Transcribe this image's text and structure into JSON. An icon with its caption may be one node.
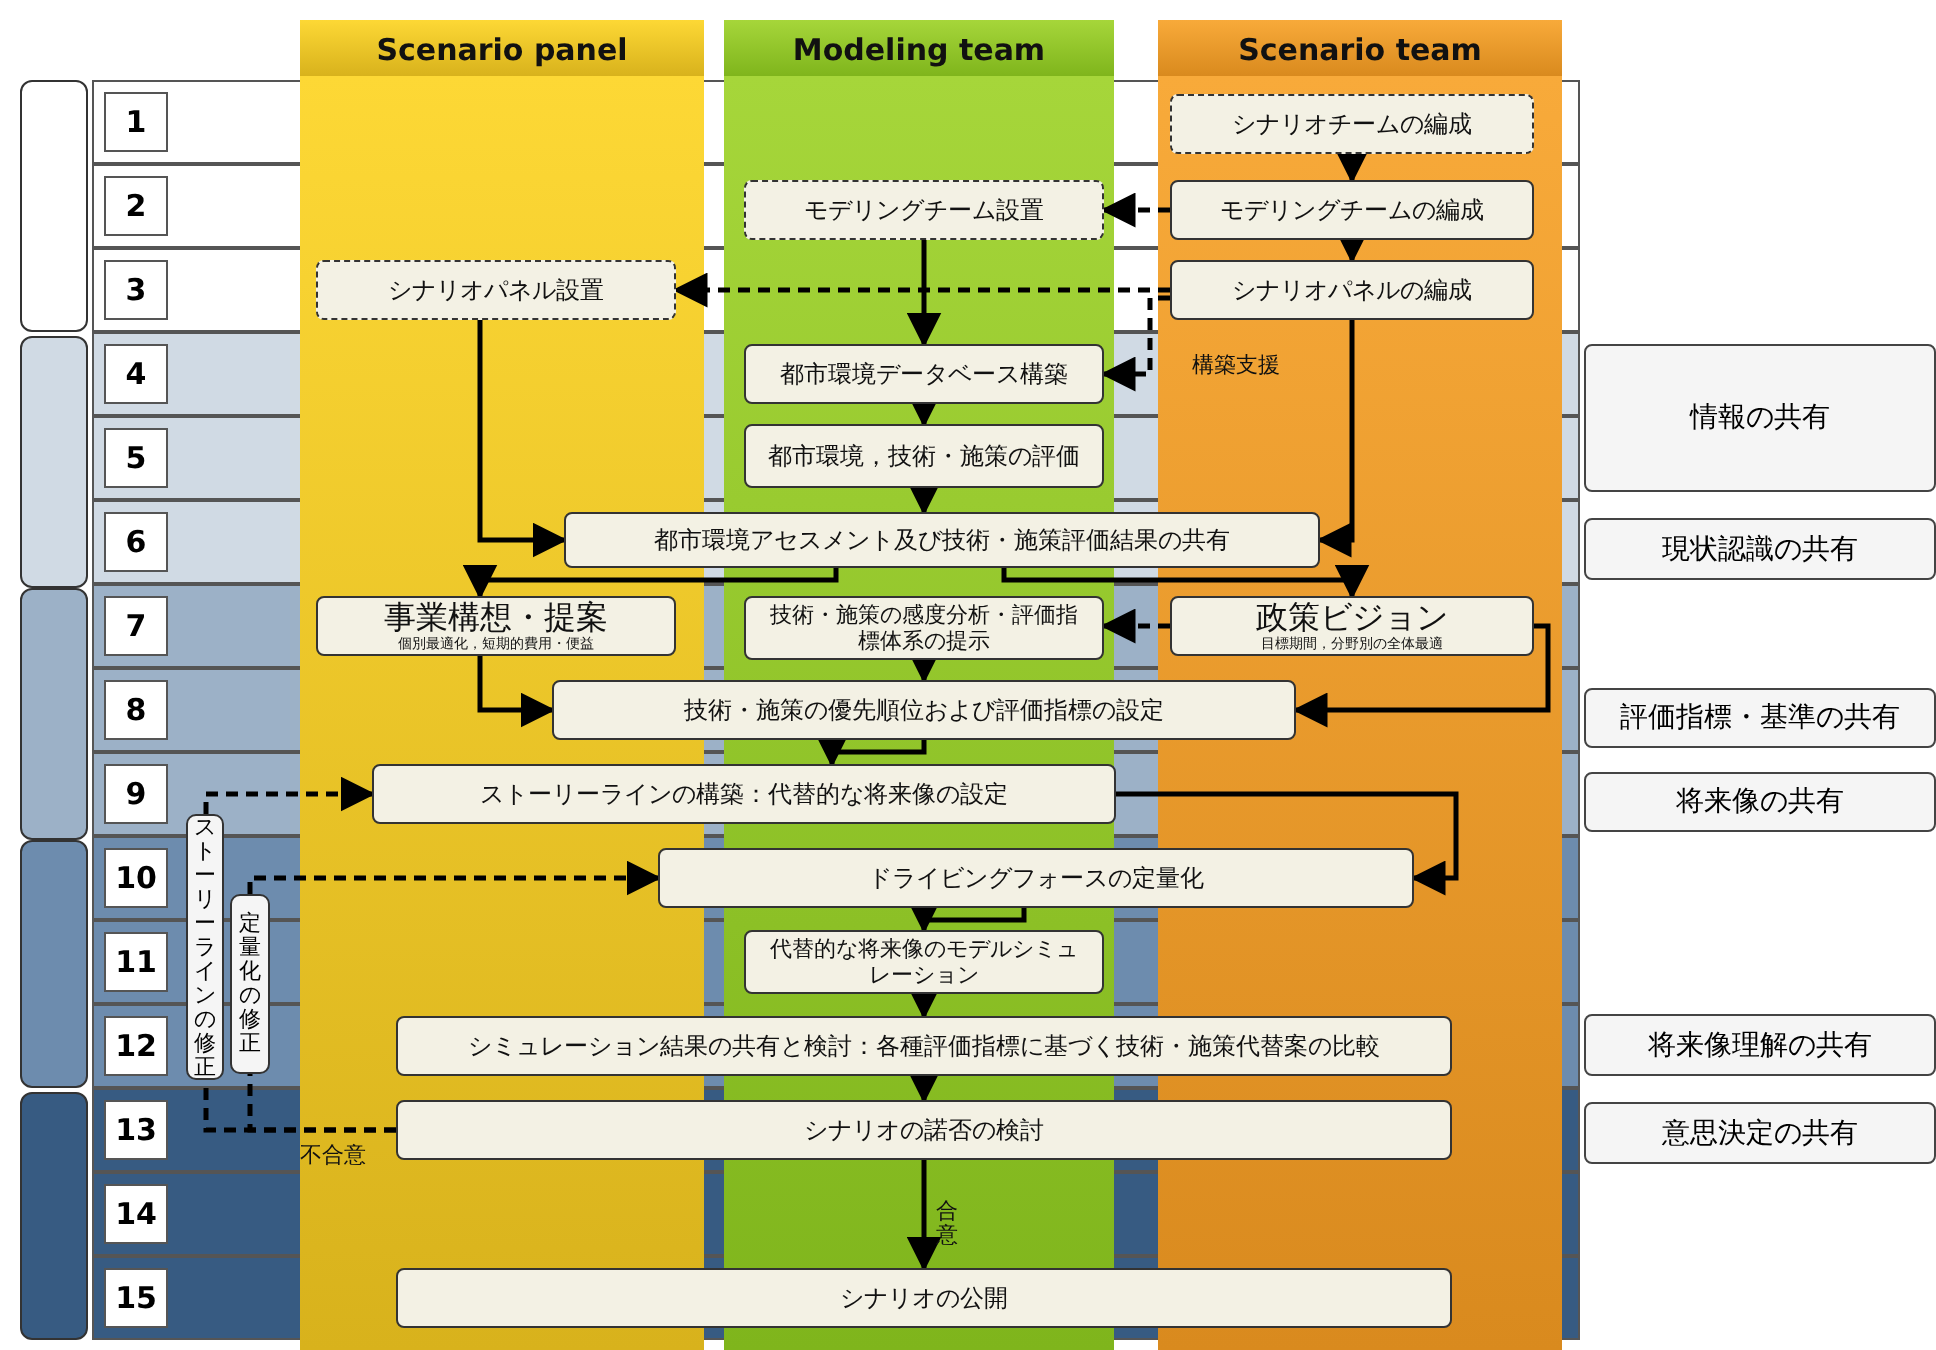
{
  "diagram": {
    "nodes": [
      {
        "text": [
          "Scenario panel"
        ]
      },
      {
        "text": [
          "Modeling team"
        ]
      },
      {
        "text": [
          "Scenario team"
        ]
      },
      {
        "text": [
          "1"
        ]
      },
      {
        "text": [
          "2"
        ]
      },
      {
        "text": [
          "3"
        ]
      },
      {
        "text": [
          "4"
        ]
      },
      {
        "text": [
          "5"
        ]
      },
      {
        "text": [
          "6"
        ]
      },
      {
        "text": [
          "7"
        ]
      },
      {
        "text": [
          "8"
        ]
      },
      {
        "text": [
          "9"
        ]
      },
      {
        "text": [
          "10"
        ]
      },
      {
        "text": [
          "11"
        ]
      },
      {
        "text": [
          "12"
        ]
      },
      {
        "text": [
          "13"
        ]
      },
      {
        "text": [
          "14"
        ]
      },
      {
        "text": [
          "15"
        ]
      },
      {
        "text": [
          "シナリオチームの編成"
        ]
      },
      {
        "text": [
          "モデリングチーム設置"
        ]
      },
      {
        "text": [
          "モデリングチームの編成"
        ]
      },
      {
        "text": [
          "シナリオパネル設置"
        ]
      },
      {
        "text": [
          "シナリオパネルの編成"
        ]
      },
      {
        "text": [
          "都市環境データベース構築"
        ]
      },
      {
        "text": [
          "都市環境，技術・施策の評価"
        ]
      },
      {
        "text": [
          "都市環境アセスメント及び技術・施策評価結果の共有"
        ]
      },
      {
        "text": [
          "事業構想・提案",
          "個別最適化，短期的費用・便益"
        ]
      },
      {
        "text": [
          "技術・施策の感度分析・評価指標体系の提示"
        ]
      },
      {
        "text": [
          "政策ビジョン",
          "目標期間，分野別の全体最適"
        ]
      },
      {
        "text": [
          "技術・施策の優先順位および評価指標の設定"
        ]
      },
      {
        "text": [
          "ストーリーラインの構築：代替的な将来像の設定"
        ]
      },
      {
        "text": [
          "ドライビングフォースの定量化"
        ]
      },
      {
        "text": [
          "代替的な将来像のモデルシミュレーション"
        ]
      },
      {
        "text": [
          "シミュレーション結果の共有と検討：各種評価指標に基づく技術・施策代替案の比較"
        ]
      },
      {
        "text": [
          "シナリオの諾否の検討"
        ]
      },
      {
        "text": [
          "シナリオの公開"
        ]
      },
      {
        "text": [
          "ストーリーラインの修正"
        ]
      },
      {
        "text": [
          "定量化の修正"
        ]
      },
      {
        "text": [
          "情報の共有"
        ]
      },
      {
        "text": [
          "現状認識の共有"
        ]
      },
      {
        "text": [
          "評価指標・基準の共有"
        ]
      },
      {
        "text": [
          "将来像の共有"
        ]
      },
      {
        "text": [
          "将来像理解の共有"
        ]
      },
      {
        "text": [
          "意思決定の共有"
        ]
      },
      {
        "text": [],
        "shape": "box"
      },
      {
        "text": [],
        "shape": "box"
      },
      {
        "text": [],
        "shape": "box"
      },
      {
        "text": [],
        "shape": "box"
      },
      {
        "text": [],
        "shape": "box"
      }
    ],
    "edges": [
      {
        "from": 18,
        "to": 20,
        "arrow": "to"
      },
      {
        "from": 20,
        "to": 19,
        "arrow": "to",
        "style": "dashed"
      },
      {
        "from": 19,
        "to": 23,
        "arrow": "to"
      },
      {
        "from": 22,
        "to": 21,
        "arrow": "to",
        "style": "dashed"
      },
      {
        "from": 20,
        "to": 22,
        "arrow": "to"
      },
      {
        "from": 22,
        "to": 23,
        "arrow": "to",
        "style": "dashed",
        "label": "構築支援"
      },
      {
        "from": 23,
        "to": 24,
        "arrow": "to"
      },
      {
        "from": 24,
        "to": 25,
        "arrow": "to"
      },
      {
        "from": 21,
        "to": 25,
        "arrow": "to"
      },
      {
        "from": 22,
        "to": 25,
        "arrow": "to"
      },
      {
        "from": 25,
        "to": 26,
        "arrow": "to"
      },
      {
        "from": 25,
        "to": 28,
        "arrow": "to"
      },
      {
        "from": 26,
        "to": 29,
        "arrow": "to"
      },
      {
        "from": 27,
        "to": 29,
        "arrow": "to"
      },
      {
        "from": 28,
        "to": 29,
        "arrow": "to"
      },
      {
        "from": 28,
        "to": 27,
        "arrow": "to",
        "style": "dashed"
      },
      {
        "from": 29,
        "to": 30,
        "arrow": "to"
      },
      {
        "from": 30,
        "to": 31,
        "arrow": "to"
      },
      {
        "from": 31,
        "to": 32,
        "arrow": "to"
      },
      {
        "from": 32,
        "to": 33,
        "arrow": "to"
      },
      {
        "from": 33,
        "to": 34,
        "arrow": "to"
      },
      {
        "from": 34,
        "to": 35,
        "arrow": "to",
        "label": "合意"
      },
      {
        "from": 34,
        "to": 36,
        "arrow": "none",
        "style": "dashed",
        "label": "不合意"
      },
      {
        "from": 36,
        "to": 30,
        "arrow": "to",
        "style": "dashed"
      },
      {
        "from": 34,
        "to": 37,
        "arrow": "none",
        "style": "dashed"
      },
      {
        "from": 37,
        "to": 31,
        "arrow": "to",
        "style": "dashed"
      }
    ]
  }
}
